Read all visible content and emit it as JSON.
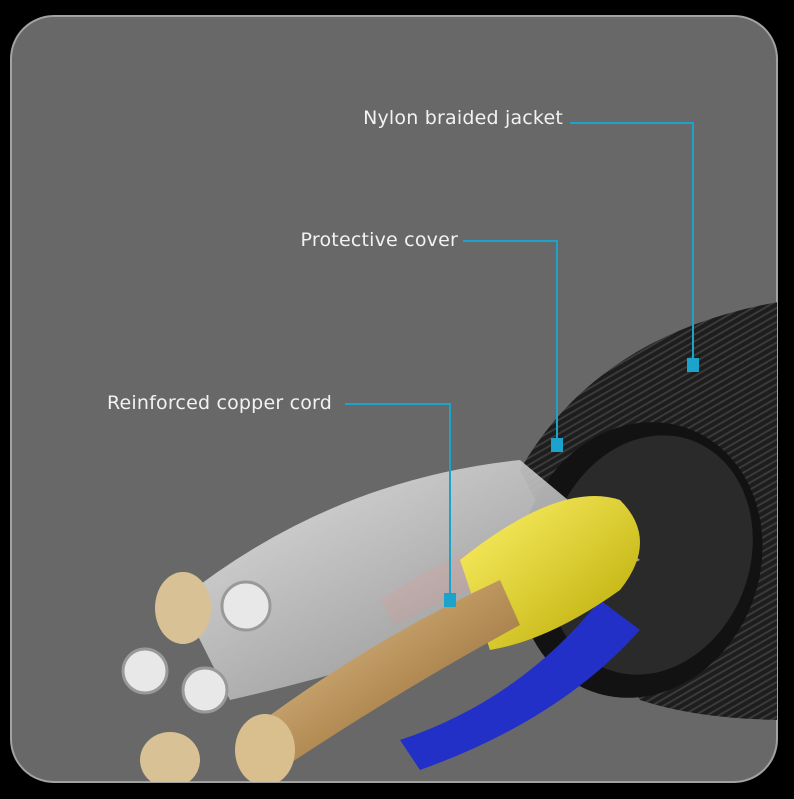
{
  "labels": {
    "jacket": "Nylon braided jacket",
    "cover": "Protective cover",
    "copper": "Reinforced copper cord"
  },
  "colors": {
    "background": "#000000",
    "card": "#686868",
    "leader_line": "#1ba3cc"
  }
}
